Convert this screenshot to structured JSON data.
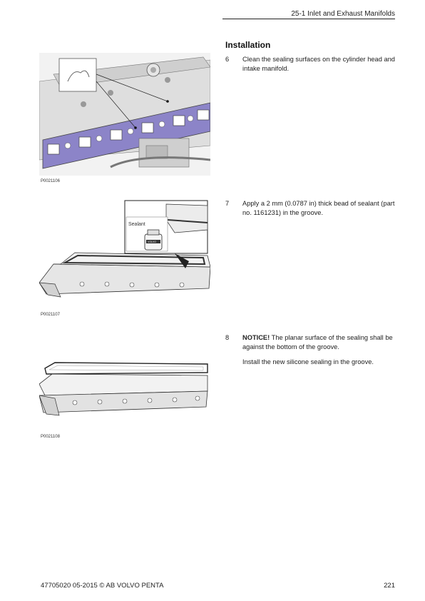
{
  "header": {
    "title": "25-1 Inlet and Exhaust Manifolds"
  },
  "section": {
    "title": "Installation"
  },
  "steps": [
    {
      "number": "6",
      "text": "Clean the sealing surfaces on the cylinder head and intake manifold."
    },
    {
      "number": "7",
      "text": "Apply a 2 mm (0.0787 in) thick bead of sealant (part no. 1161231) in the groove."
    },
    {
      "number": "8",
      "notice_label": "NOTICE!",
      "notice_text": "The planar surface of the sealing shall be against the bottom of the groove.",
      "text": "Install the new silicone sealing in the groove."
    }
  ],
  "figures": [
    {
      "id": "P0021106",
      "icon": "cylinder-head-gasket-illustration"
    },
    {
      "id": "P0021107",
      "icon": "manifold-sealant-illustration",
      "callout_label": "Sealant",
      "tube_label": "VOLVO"
    },
    {
      "id": "P0021108",
      "icon": "manifold-silicone-seal-illustration"
    }
  ],
  "colors": {
    "gasket": "#8c84c8",
    "engine": "#d9d9d9",
    "outline": "#333333"
  },
  "footer": {
    "left": "47705020 05-2015  © AB VOLVO PENTA",
    "page": "221"
  }
}
